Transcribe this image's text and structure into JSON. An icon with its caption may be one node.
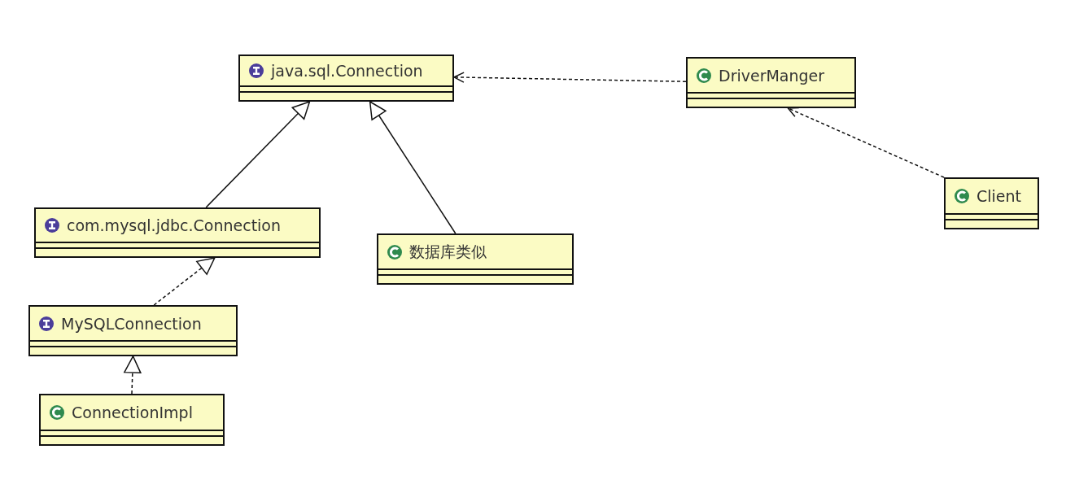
{
  "diagram": {
    "nodes": [
      {
        "text": [
          "java.sql.Connection"
        ]
      },
      {
        "text": [
          "DriverManger"
        ]
      },
      {
        "text": [
          "com.mysql.jdbc.Connection"
        ]
      },
      {
        "text": [
          "数据库类似"
        ]
      },
      {
        "text": [
          "Client"
        ]
      },
      {
        "text": [
          "MySQLConnection"
        ]
      },
      {
        "text": [
          "ConnectionImpl"
        ]
      }
    ],
    "edges": [
      {
        "from": 1,
        "to": 0,
        "arrow": "to",
        "style": "dashed"
      },
      {
        "from": 2,
        "to": 0,
        "arrow": "to"
      },
      {
        "from": 3,
        "to": 0,
        "arrow": "to"
      },
      {
        "from": 4,
        "to": 1,
        "arrow": "to",
        "style": "dashed"
      },
      {
        "from": 5,
        "to": 2,
        "arrow": "to",
        "style": "dashed"
      },
      {
        "from": 6,
        "to": 5,
        "arrow": "to",
        "style": "dashed"
      }
    ]
  }
}
